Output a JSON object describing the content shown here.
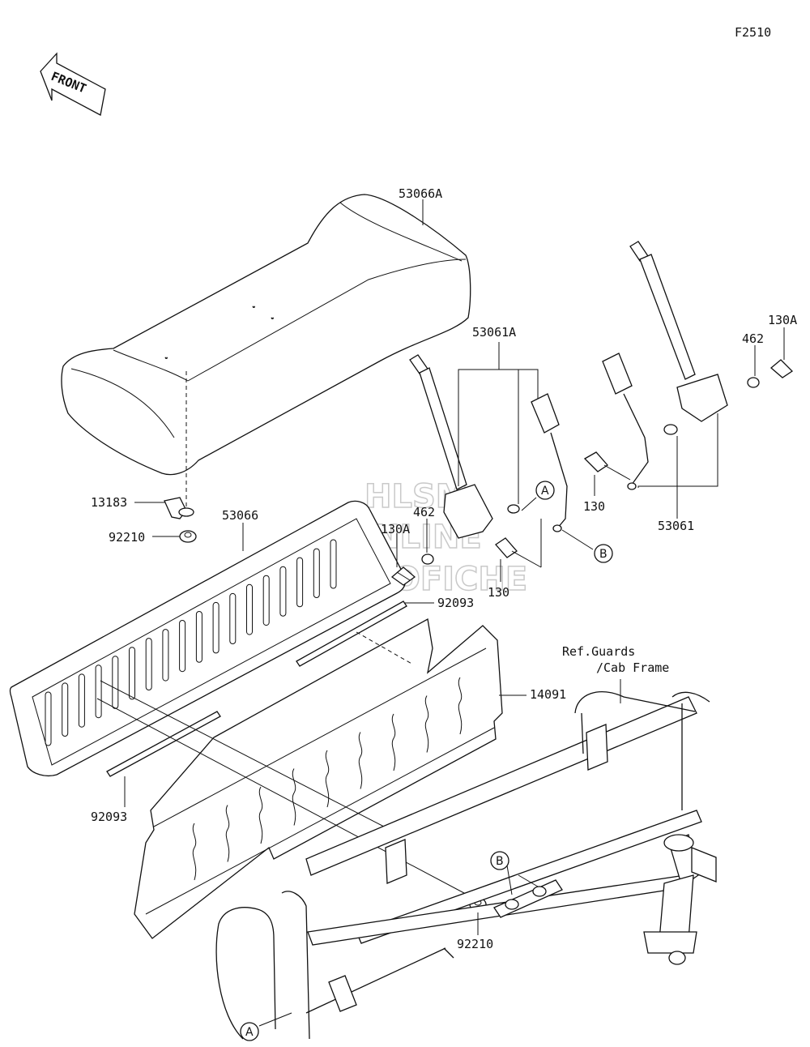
{
  "diagram": {
    "figure_code": "F2510",
    "front_arrow_label": "FRONT",
    "watermark": [
      "HLSM",
      "ONLINE",
      "MICROFICHE"
    ],
    "part_labels": {
      "seat_cushion": "53066A",
      "seat_back": "53066",
      "seat_belt_left": "53061A",
      "seat_belt_right": "53061",
      "bracket": "13183",
      "nut_upper": "92210",
      "nut_lower": "92210",
      "strip_upper": "92093",
      "strip_lower": "92093",
      "panel": "14091",
      "bolt_left_a": "130A",
      "washer_left": "462",
      "bolt_left": "130",
      "bolt_right": "130",
      "washer_right": "462",
      "bolt_right_a": "130A",
      "ref_line1": "Ref.Guards",
      "ref_line2": "/Cab Frame"
    },
    "callouts": {
      "a_upper": "A",
      "b_upper": "B",
      "b_lower": "B",
      "a_lower": "A"
    }
  }
}
